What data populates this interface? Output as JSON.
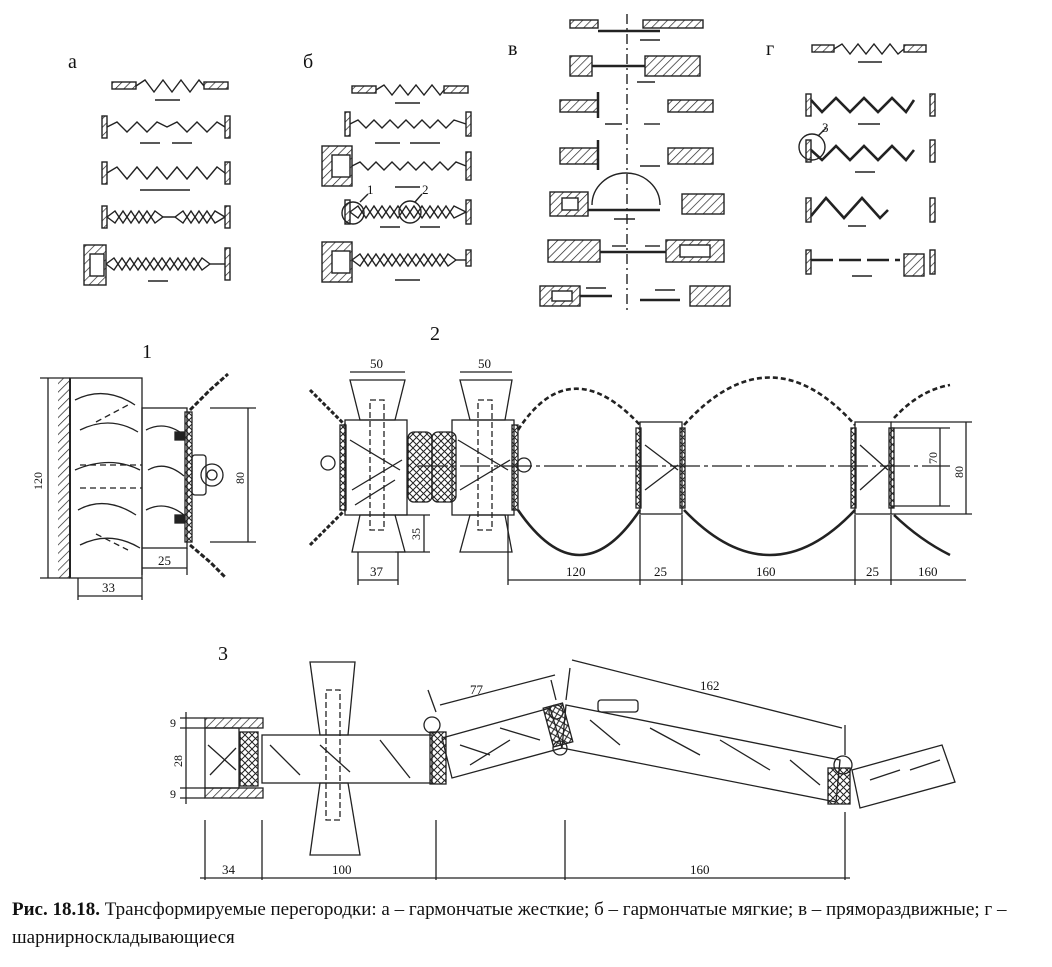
{
  "labels": {
    "panel_a": "а",
    "panel_b": "б",
    "panel_v": "в",
    "panel_g": "г",
    "detail_1": "1",
    "detail_2": "2",
    "detail_3": "3",
    "callout_1": "1",
    "callout_2": "2",
    "callout_3": "3"
  },
  "dims": {
    "d1_120": "120",
    "d1_80": "80",
    "d1_25": "25",
    "d1_33": "33",
    "d2_50a": "50",
    "d2_50b": "50",
    "d2_35": "35",
    "d2_37": "37",
    "d2_120": "120",
    "d2_25a": "25",
    "d2_160a": "160",
    "d2_25b": "25",
    "d2_160b": "160",
    "d2_70": "70",
    "d2_80": "80",
    "d3_9a": "9",
    "d3_28": "28",
    "d3_9b": "9",
    "d3_77": "77",
    "d3_162": "162",
    "d3_34": "34",
    "d3_100": "100",
    "d3_160": "160"
  },
  "caption": {
    "number": "Рис. 18.18.",
    "text": " Трансформируемые перегородки: а – гармончатые жесткие; б – гармончатые мягкие; в – прямораздвижные; г – шарнирноскладывающиеся"
  }
}
